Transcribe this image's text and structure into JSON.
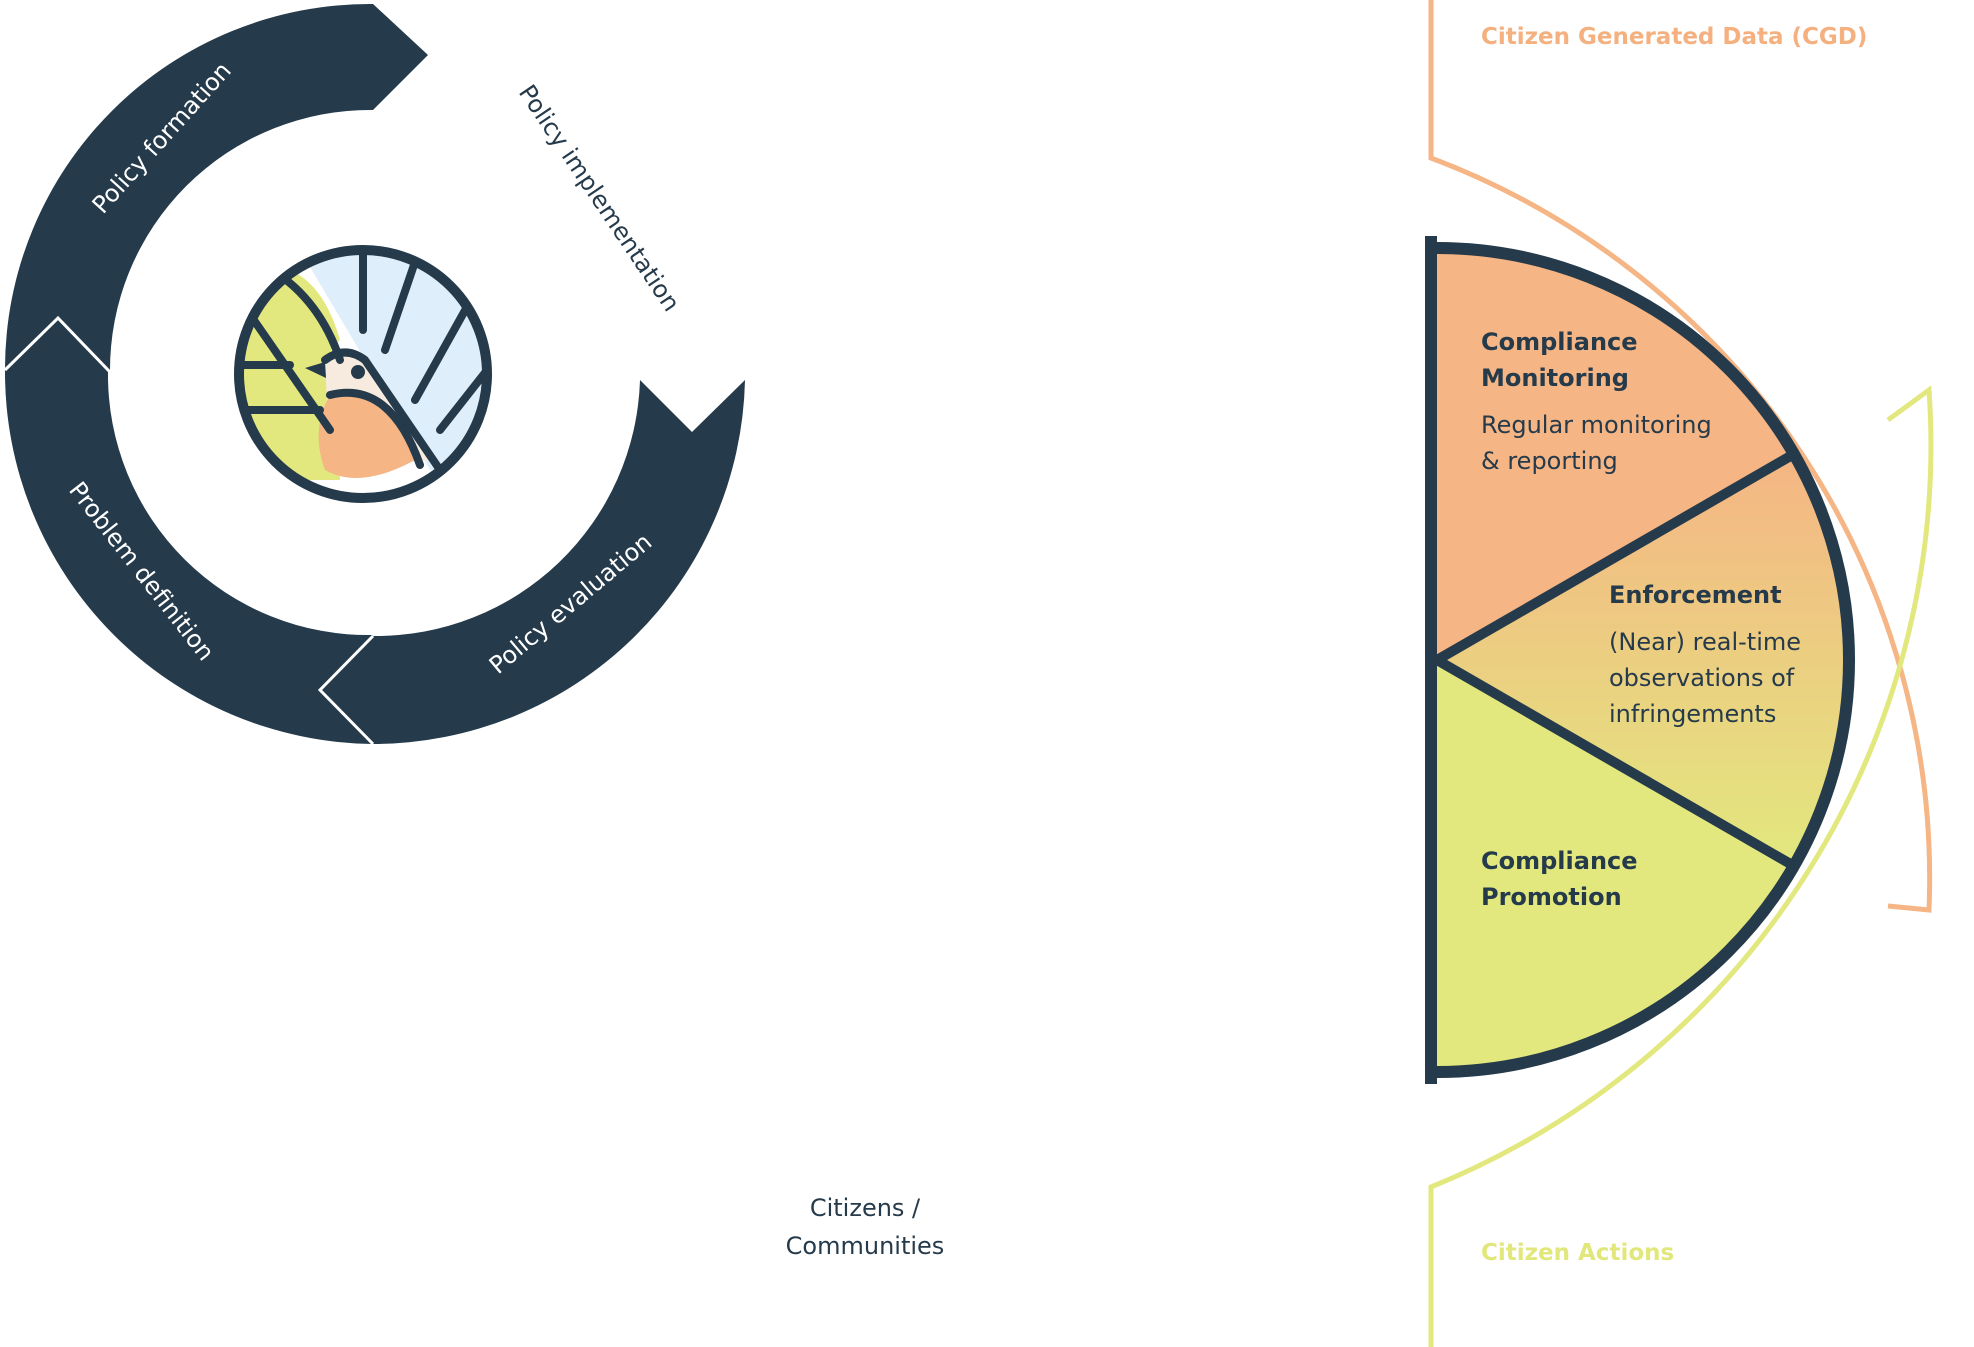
{
  "policy_cycle": {
    "stages": {
      "policy_formation": "Policy formation",
      "policy_implementation": "Policy implementation",
      "policy_evaluation": "Policy evaluation",
      "problem_definition": "Problem definition"
    }
  },
  "citizens": {
    "line1": "Citizens /",
    "line2": "Communities"
  },
  "cgd": {
    "title": "Citizen Generated Data (CGD)"
  },
  "citizen_actions": {
    "title": "Citizen Actions"
  },
  "segments": {
    "compliance_monitoring": {
      "title_line1": "Compliance",
      "title_line2": "Monitoring",
      "body_line1": "Regular monitoring",
      "body_line2": "& reporting"
    },
    "enforcement": {
      "title": "Enforcement",
      "body_line1": "(Near) real-time",
      "body_line2": "observations of",
      "body_line3": "infringements"
    },
    "compliance_promotion": {
      "title_line1": "Compliance",
      "title_line2": "Promotion"
    }
  },
  "colors": {
    "navy": "#253a4a",
    "orange": "#f5b584",
    "lime": "#e2e87e",
    "light_blue": "#dfeefb",
    "cream": "#f7ebe0"
  },
  "icons": {
    "center": "bird-leaf-logo-icon"
  }
}
